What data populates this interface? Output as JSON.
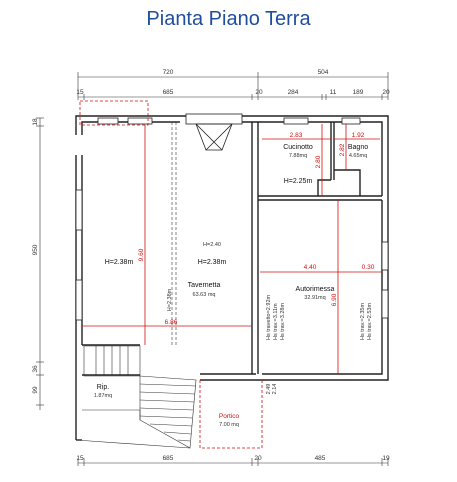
{
  "title": "Pianta Piano Terra",
  "dims_top": {
    "a": "720",
    "b": "504",
    "c1": "15",
    "c2": "685",
    "c3": "20",
    "c4": "284",
    "c5": "11",
    "c6": "189",
    "c7": "20"
  },
  "dims_bottom": {
    "d1": "15",
    "d2": "685",
    "d3": "20",
    "d4": "485",
    "d5": "19"
  },
  "dims_left": {
    "l1": "18",
    "l2": "950",
    "l3": "36",
    "l4": "99"
  },
  "rooms": {
    "cucinotto": {
      "name": "Cucinotto",
      "area": "7.88mq"
    },
    "bagno": {
      "name": "Bagno",
      "area": "4.65mq"
    },
    "kitchen_height": "H=2.25m",
    "tavernetta": {
      "name": "Tavernetta",
      "area": "63.63 mq"
    },
    "tav_height_left": "H=2.38m",
    "tav_height_mid": "H=2.38m",
    "tav_height_top": "H=2.40",
    "autorimessa": {
      "name": "Autorimessa",
      "area": "32.91mq"
    },
    "ripostiglio": {
      "name": "Rip.",
      "area": "1.87mq"
    },
    "portico": {
      "name": "Portico",
      "area": "7.00 mq"
    }
  },
  "auto_heights_1": [
    "Hs travetto=2.92m",
    "Hs trav.=3.11m",
    "Hs trav.=3.28m"
  ],
  "auto_heights_2": [
    "Hs trav.=2.35m",
    "Hs trav.=2.53m"
  ],
  "red_dims": {
    "kitchen_w": "2.83",
    "bath_w": "1.92",
    "bath_d": "2.82",
    "kitchen_d": "2.80",
    "tav_d": "9.60",
    "tav_w": "6.86",
    "auto_w1": "4.40",
    "auto_w2": "0.30",
    "auto_d": "6.90",
    "tav_inner": "H=2.38m"
  },
  "misc_dims": {
    "m1": "2.49",
    "m2": "2.14"
  },
  "colors": {
    "title": "#1f4e9c",
    "red": "#d01010",
    "wall": "#222222"
  }
}
